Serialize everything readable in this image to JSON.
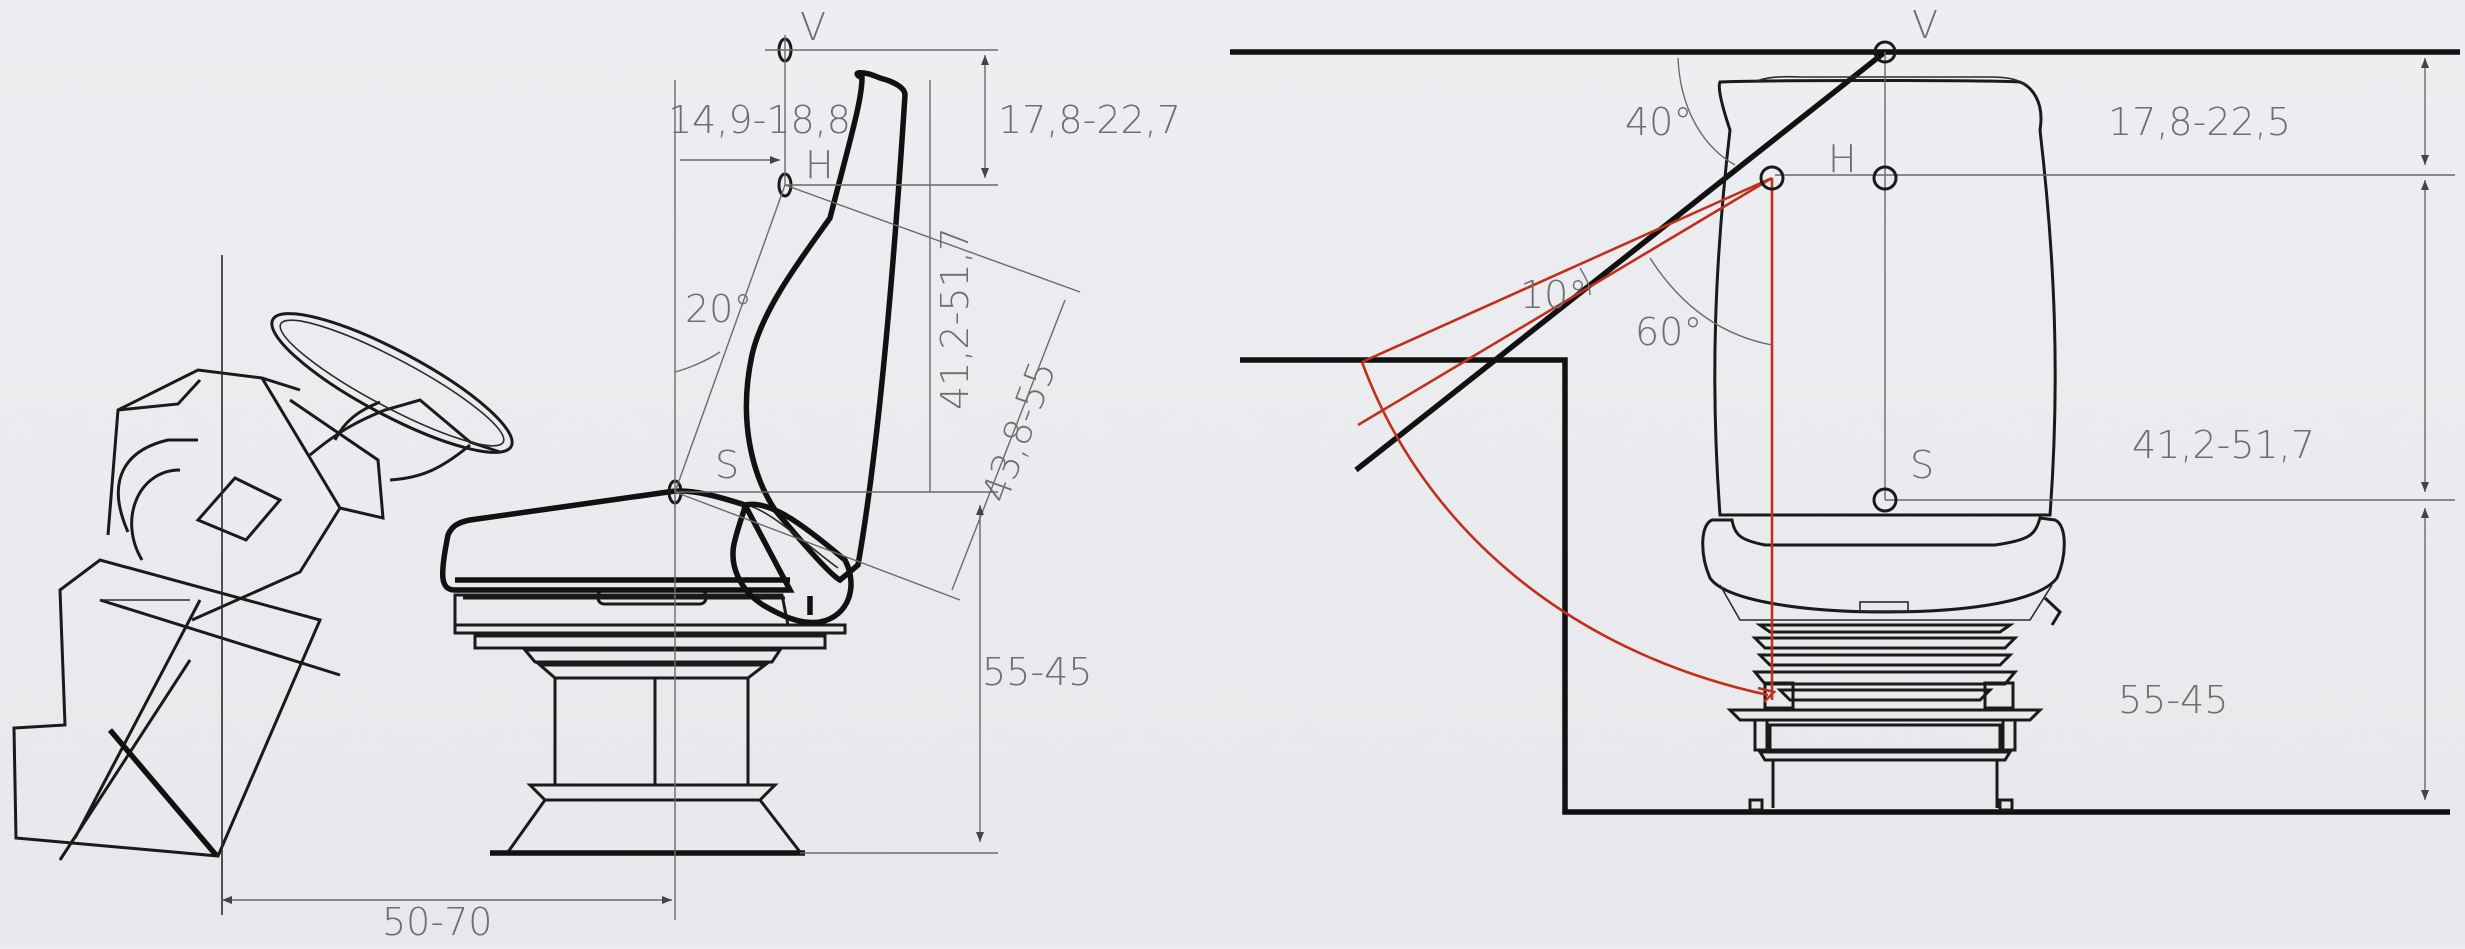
{
  "left_view": {
    "points": {
      "v": "V",
      "h": "H",
      "s": "S"
    },
    "dims": {
      "h_offset": "14,9-18,8",
      "vh": "17,8-22,7",
      "hs": "41,2-51,7",
      "diag": "43,8-55",
      "height": "55-45",
      "reach": "50-70"
    },
    "angle": "20°"
  },
  "right_view": {
    "points": {
      "v": "V",
      "h": "H",
      "s": "S"
    },
    "dims": {
      "vh": "17,8-22,5",
      "hs": "41,2-51,7",
      "height": "55-45"
    },
    "angles": {
      "a40": "40°",
      "a10": "10°",
      "a60": "60°"
    }
  },
  "colors": {
    "sightline": "#c0301c",
    "line": "#111111",
    "label": "#6e6e6e"
  }
}
